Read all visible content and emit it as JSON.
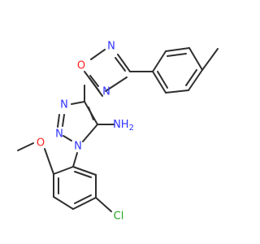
{
  "colors": {
    "bond": "#2f2f2f",
    "N": "#2f33ff",
    "O": "#ff1f1f",
    "Cl": "#22a51f",
    "C": "#2f2f2f"
  },
  "labels": {
    "oxadiazole_O": "O",
    "oxadiazole_N_top": "N",
    "oxadiazole_N_bottom": "N",
    "triazole_N_top": "N",
    "triazole_N_mid": "N",
    "triazole_N1": "N",
    "amine": "NH",
    "amine_subscript": "2",
    "methoxy_O": "O",
    "chloro": "Cl"
  }
}
